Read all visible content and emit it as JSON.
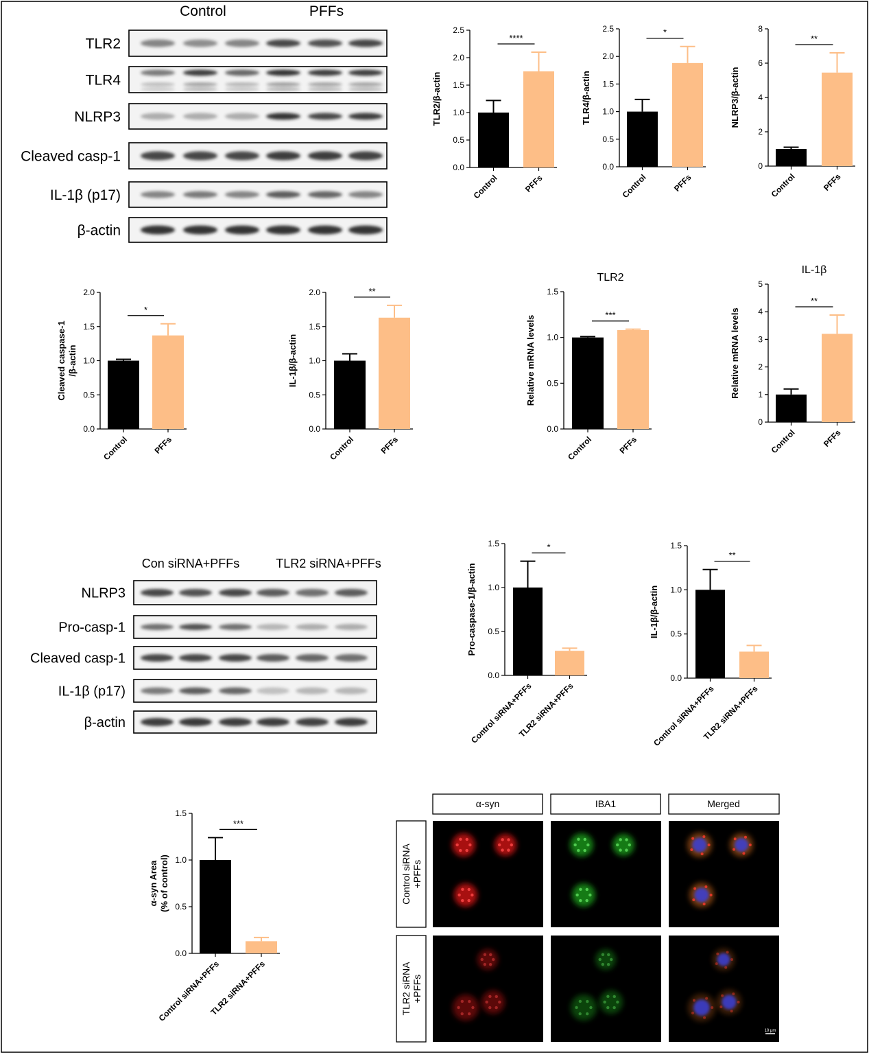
{
  "colors": {
    "control": "#000000",
    "treated": "#FDBE87",
    "axis": "#000000",
    "band": "#2b2b2b"
  },
  "blot1": {
    "group_labels": [
      "Control",
      "PFFs"
    ],
    "rows": [
      "TLR2",
      "TLR4",
      "NLRP3",
      "Cleaved casp-1",
      "IL-1β (p17)",
      "β-actin"
    ]
  },
  "blot2": {
    "group_labels": [
      "Con siRNA+PFFs",
      "TLR2 siRNA+PFFs"
    ],
    "rows": [
      "NLRP3",
      "Pro-casp-1",
      "Cleaved casp-1",
      "IL-1β (p17)",
      "β-actin"
    ]
  },
  "micrograph": {
    "columns": [
      "α-syn",
      "IBA1",
      "Merged"
    ],
    "rows": [
      "Control siRNA\n+PFFs",
      "TLR2 siRNA\n+PFFs"
    ],
    "scale_bar": "10 μm"
  },
  "chart_data": [
    {
      "id": "tlr2",
      "type": "bar",
      "title": "",
      "ylabel": "TLR2/β-actin",
      "categories": [
        "Control",
        "PFFs"
      ],
      "values": [
        1.0,
        1.75
      ],
      "errors": [
        0.22,
        0.35
      ],
      "ylim": [
        0,
        2.5
      ],
      "ticks": [
        "0.0",
        "0.5",
        "1.0",
        "1.5",
        "2.0",
        "2.5"
      ],
      "sig": "****"
    },
    {
      "id": "tlr4",
      "type": "bar",
      "title": "",
      "ylabel": "TLR4/β-actin",
      "categories": [
        "Control",
        "PFFs"
      ],
      "values": [
        1.0,
        1.88
      ],
      "errors": [
        0.22,
        0.3
      ],
      "ylim": [
        0,
        2.5
      ],
      "ticks": [
        "0.0",
        "0.5",
        "1.0",
        "1.5",
        "2.0",
        "2.5"
      ],
      "sig": "*"
    },
    {
      "id": "nlrp3",
      "type": "bar",
      "title": "",
      "ylabel": "NLRP3/β-actin",
      "categories": [
        "Control",
        "PFFs"
      ],
      "values": [
        1.0,
        5.45
      ],
      "errors": [
        0.1,
        1.15
      ],
      "ylim": [
        0,
        8
      ],
      "ticks": [
        "0",
        "2",
        "4",
        "6",
        "8"
      ],
      "sig": "**"
    },
    {
      "id": "casp1",
      "type": "bar",
      "title": "",
      "ylabel": "Cleaved caspase-1\n/β-actin",
      "categories": [
        "Control",
        "PFFs"
      ],
      "values": [
        1.0,
        1.37
      ],
      "errors": [
        0.02,
        0.17
      ],
      "ylim": [
        0,
        2.0
      ],
      "ticks": [
        "0.0",
        "0.5",
        "1.0",
        "1.5",
        "2.0"
      ],
      "sig": "*"
    },
    {
      "id": "il1b",
      "type": "bar",
      "title": "",
      "ylabel": "IL-1β/β-actin",
      "categories": [
        "Control",
        "PFFs"
      ],
      "values": [
        1.0,
        1.63
      ],
      "errors": [
        0.1,
        0.18
      ],
      "ylim": [
        0,
        2.0
      ],
      "ticks": [
        "0.0",
        "0.5",
        "1.0",
        "1.5",
        "2.0"
      ],
      "sig": "**"
    },
    {
      "id": "tlr2mrna",
      "type": "bar",
      "title": "TLR2",
      "ylabel": "Relative mRNA levels",
      "categories": [
        "Control",
        "PFFs"
      ],
      "values": [
        1.0,
        1.08
      ],
      "errors": [
        0.01,
        0.01
      ],
      "ylim": [
        0,
        1.5
      ],
      "ticks": [
        "0.0",
        "0.5",
        "1.0",
        "1.5"
      ],
      "sig": "***"
    },
    {
      "id": "il1bmrna",
      "type": "bar",
      "title": "IL-1β",
      "ylabel": "Relative mRNA levels",
      "categories": [
        "Control",
        "PFFs"
      ],
      "values": [
        1.0,
        3.2
      ],
      "errors": [
        0.2,
        0.68
      ],
      "ylim": [
        0,
        5
      ],
      "ticks": [
        "0",
        "1",
        "2",
        "3",
        "4",
        "5"
      ],
      "sig": "**"
    },
    {
      "id": "procasp",
      "type": "bar",
      "title": "",
      "ylabel": "Pro-caspase-1/β-actin",
      "categories": [
        "Control siRNA+PFFs",
        "TLR2 siRNA+PFFs"
      ],
      "values": [
        1.0,
        0.28
      ],
      "errors": [
        0.3,
        0.03
      ],
      "ylim": [
        0,
        1.5
      ],
      "ticks": [
        "0.0",
        "0.5",
        "1.0",
        "1.5"
      ],
      "sig": "*"
    },
    {
      "id": "il1bsi",
      "type": "bar",
      "title": "",
      "ylabel": "IL-1β/β-actin",
      "categories": [
        "Control siRNA+PFFs",
        "TLR2 siRNA+PFFs"
      ],
      "values": [
        1.0,
        0.3
      ],
      "errors": [
        0.23,
        0.07
      ],
      "ylim": [
        0,
        1.5
      ],
      "ticks": [
        "0.0",
        "0.5",
        "1.0",
        "1.5"
      ],
      "sig": "**"
    },
    {
      "id": "asyn",
      "type": "bar",
      "title": "",
      "ylabel": "α-syn Area\n(% of control)",
      "categories": [
        "Control siRNA+PFFs",
        "TLR2 siRNA+PFFs"
      ],
      "values": [
        1.0,
        0.13
      ],
      "errors": [
        0.24,
        0.04
      ],
      "ylim": [
        0,
        1.5
      ],
      "ticks": [
        "0.0",
        "0.5",
        "1.0",
        "1.5"
      ],
      "sig": "***"
    }
  ]
}
